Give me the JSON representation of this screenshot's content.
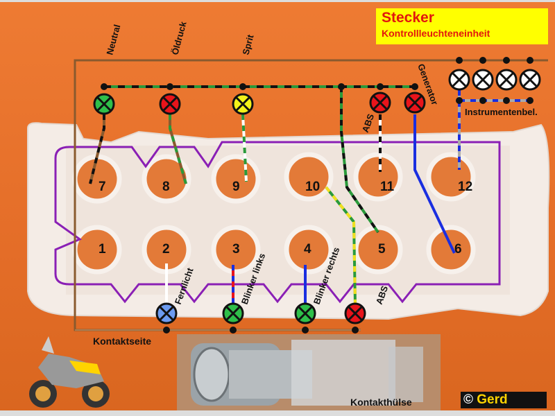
{
  "title": "Stecker",
  "subtitle": "Kontrollleuchteneinheit",
  "top_labels": {
    "neutral": "Neutral",
    "oeldruck": "Öldruck",
    "sprit": "Sprit",
    "generator": "Generator",
    "abs": "ABS",
    "instrumentenbel": "Instrumentenbel."
  },
  "bottom_labels": {
    "fernlicht": "Fernlicht",
    "blinker_links": "Blinker links",
    "blinker_rechts": "Blinker rechts",
    "abs": "ABS"
  },
  "pins_top": [
    "7",
    "8",
    "9",
    "10",
    "11",
    "12"
  ],
  "pins_bottom": [
    "1",
    "2",
    "3",
    "4",
    "5",
    "6"
  ],
  "kontaktseite": "Kontaktseite",
  "kontakthuelse": "Kontakthülse",
  "logo": {
    "copyright": "©",
    "name": "Gerd"
  },
  "colors": {
    "background": "#e8732e",
    "title_box": "#ffff00",
    "title_text": "#e2160e",
    "outline": "#8a1fb5",
    "frame": "#8a5a2e",
    "lamp_green": "#2fbf4a",
    "lamp_red": "#e8141b",
    "lamp_yellow": "#f2f21a",
    "lamp_blue": "#6c9bf0",
    "lamp_white": "#ffffff"
  }
}
